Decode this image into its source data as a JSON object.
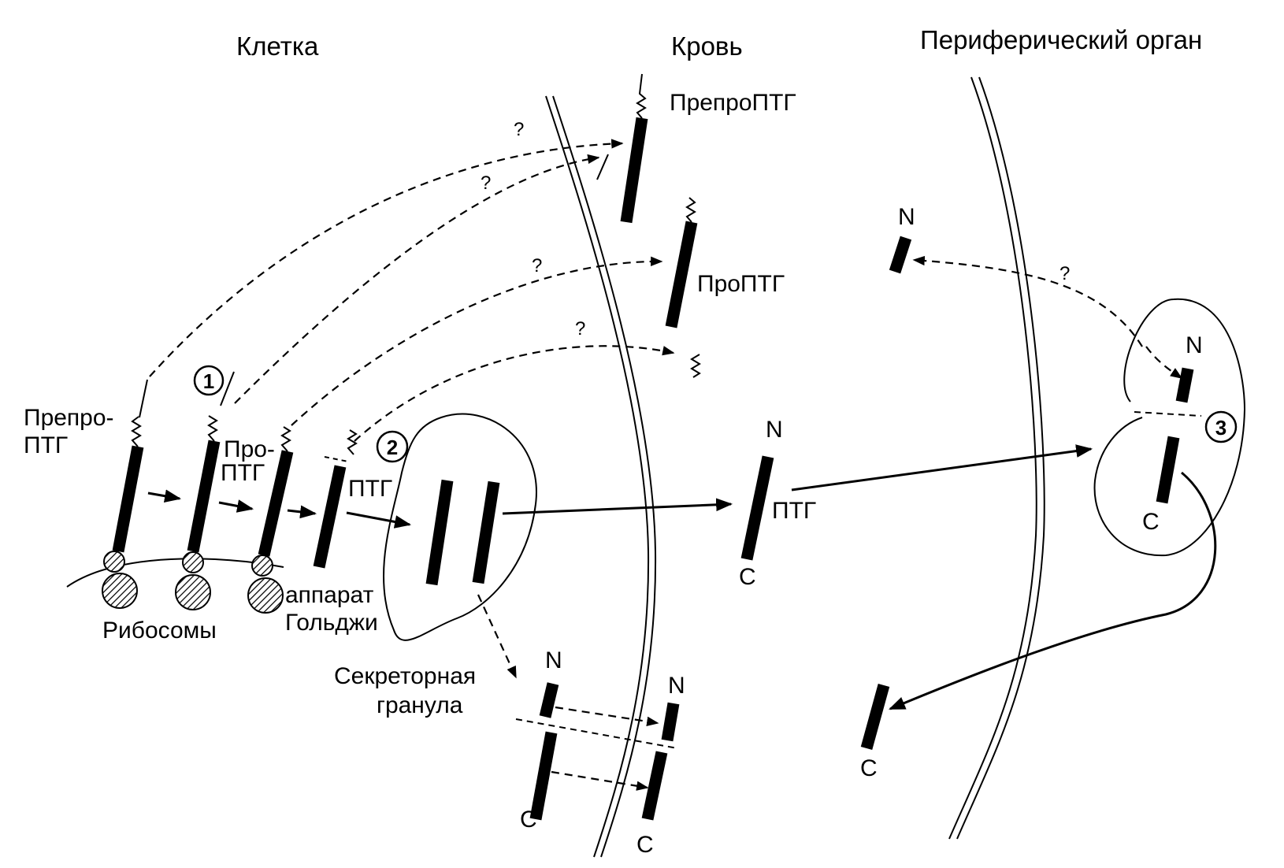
{
  "headers": {
    "cell": "Клетка",
    "blood": "Кровь",
    "organ": "Периферический  орган"
  },
  "labels": {
    "prepro_left_1": "Препро-",
    "prepro_left_2": "ПТГ",
    "pro_1": "Про-",
    "pro_2": "ПТГ",
    "ptg_cell": "ПТГ",
    "ribosomes": "Рибосомы",
    "golgi_1": "аппарат",
    "golgi_2": "Гольджи",
    "granule_1": "Секреторная",
    "granule_2": "гранула",
    "prepro_blood": "ПрепроПТГ",
    "pro_blood": "ПроПТГ",
    "ptg_blood": "ПТГ",
    "n": "N",
    "c": "C",
    "question": "?"
  },
  "steps": [
    "1",
    "2",
    "3"
  ]
}
